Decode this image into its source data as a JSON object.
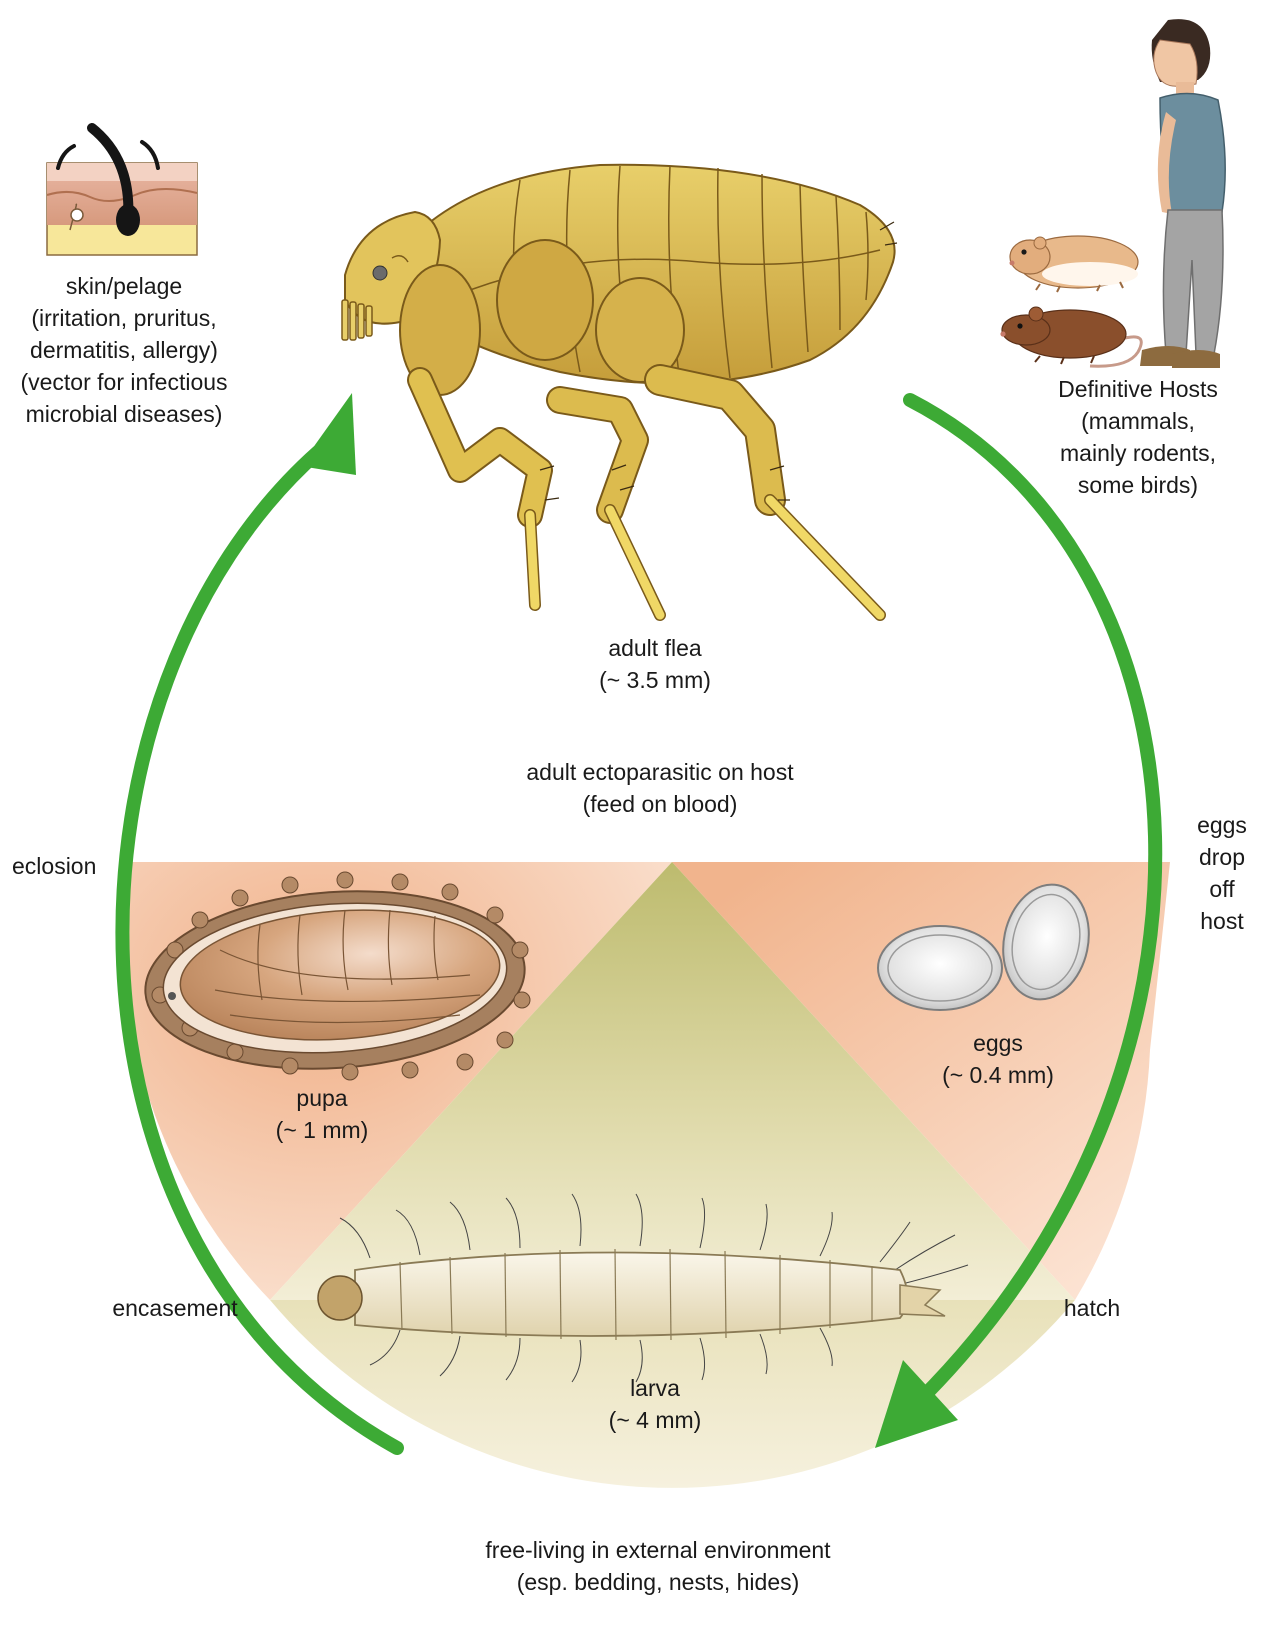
{
  "labels": {
    "skin_lines": [
      "skin/pelage",
      "(irritation, pruritus,",
      "dermatitis, allergy)",
      "(vector for infectious",
      "microbial diseases)"
    ],
    "hosts_lines": [
      "Definitive Hosts",
      "(mammals,",
      "mainly rodents,",
      "some birds)"
    ],
    "adult_lines": [
      "adult flea",
      "(~ 3.5 mm)"
    ],
    "adult_phase_lines": [
      "adult ectoparasitic on host",
      "(feed on blood)"
    ],
    "eggs_drop_lines": [
      "eggs",
      "drop",
      "off",
      "host"
    ],
    "eclosion": "eclosion",
    "pupa_lines": [
      "pupa",
      "(~ 1 mm)"
    ],
    "eggs_lines": [
      "eggs",
      "(~ 0.4 mm)"
    ],
    "encasement": "encasement",
    "hatch": "hatch",
    "larva_lines": [
      "larva",
      "(~ 4 mm)"
    ],
    "environment_lines": [
      "free-living in external environment",
      "(esp. bedding, nests, hides)"
    ]
  },
  "colors": {
    "cycle_arrow": "#3daa35",
    "flea_body": "#d8b850",
    "flea_outline": "#7a5a1a",
    "env_orange": "#f2b790",
    "env_green": "#c7c98a",
    "pupa_fill": "#c9936a",
    "egg_fill": "#dcdcdc",
    "larva_fill": "#efe6cc"
  }
}
